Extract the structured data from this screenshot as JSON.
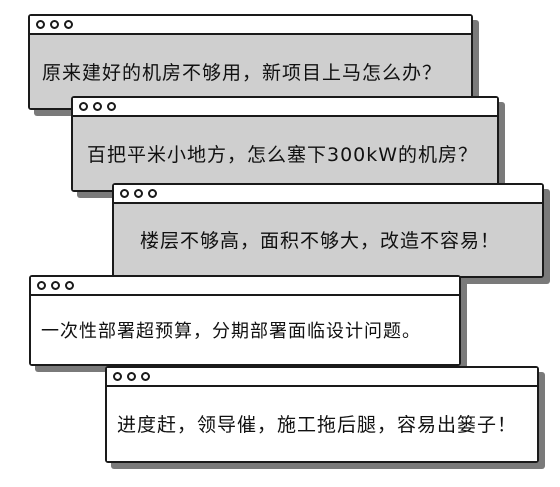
{
  "windows": [
    {
      "text": "原来建好的机房不够用，新项目上马怎么办？"
    },
    {
      "text": "百把平米小地方，怎么塞下300kW的机房？"
    },
    {
      "text": "楼层不够高，面积不够大，改造不容易！"
    },
    {
      "text": "一次性部署超预算，分期部署面临设计问题。"
    },
    {
      "text": "进度赶，领导催，施工拖后腿，容易出篓子！"
    }
  ]
}
